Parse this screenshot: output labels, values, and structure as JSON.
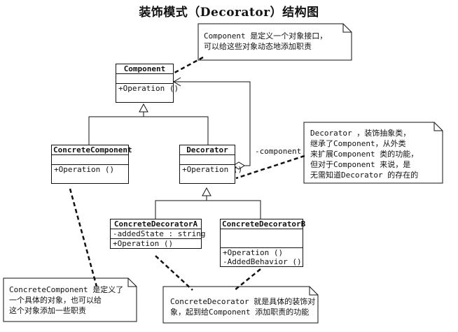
{
  "title": "装饰模式（Decorator）结构图",
  "classes": {
    "component": {
      "name": "Component",
      "operations": [
        "+Operation ()"
      ]
    },
    "concrete_component": {
      "name": "ConcreteComponent",
      "operations": [
        "+Operation ()"
      ]
    },
    "decorator": {
      "name": "Decorator",
      "operations": [
        "+Operation ()"
      ]
    },
    "concrete_decorator_a": {
      "name": "ConcreteDecoratorA",
      "attributes": [
        "-addedState : string"
      ],
      "operations": [
        "+Operation ()"
      ]
    },
    "concrete_decorator_b": {
      "name": "ConcreteDecoratorB",
      "operations": [
        "+Operation ()",
        "-AddedBehavior ()"
      ]
    }
  },
  "association_label": "-component",
  "notes": {
    "component": "Component 是定义一个对象接口，\n可以给这些对象动态地添加职责",
    "decorator": "Decorator ，装饰抽象类，\n继承了Component，从外类\n来扩展Component 类的功能，\n但对于Component 来说，是\n无需知道Decorator 的存在的",
    "concrete_component": "ConcreteComponent 是定义了\n一个具体的对象，也可以给\n这个对象添加一些职责",
    "concrete_decorator": "ConcreteDecorator 就是具体的装饰对\n象，起到给Component 添加职责的功能"
  }
}
